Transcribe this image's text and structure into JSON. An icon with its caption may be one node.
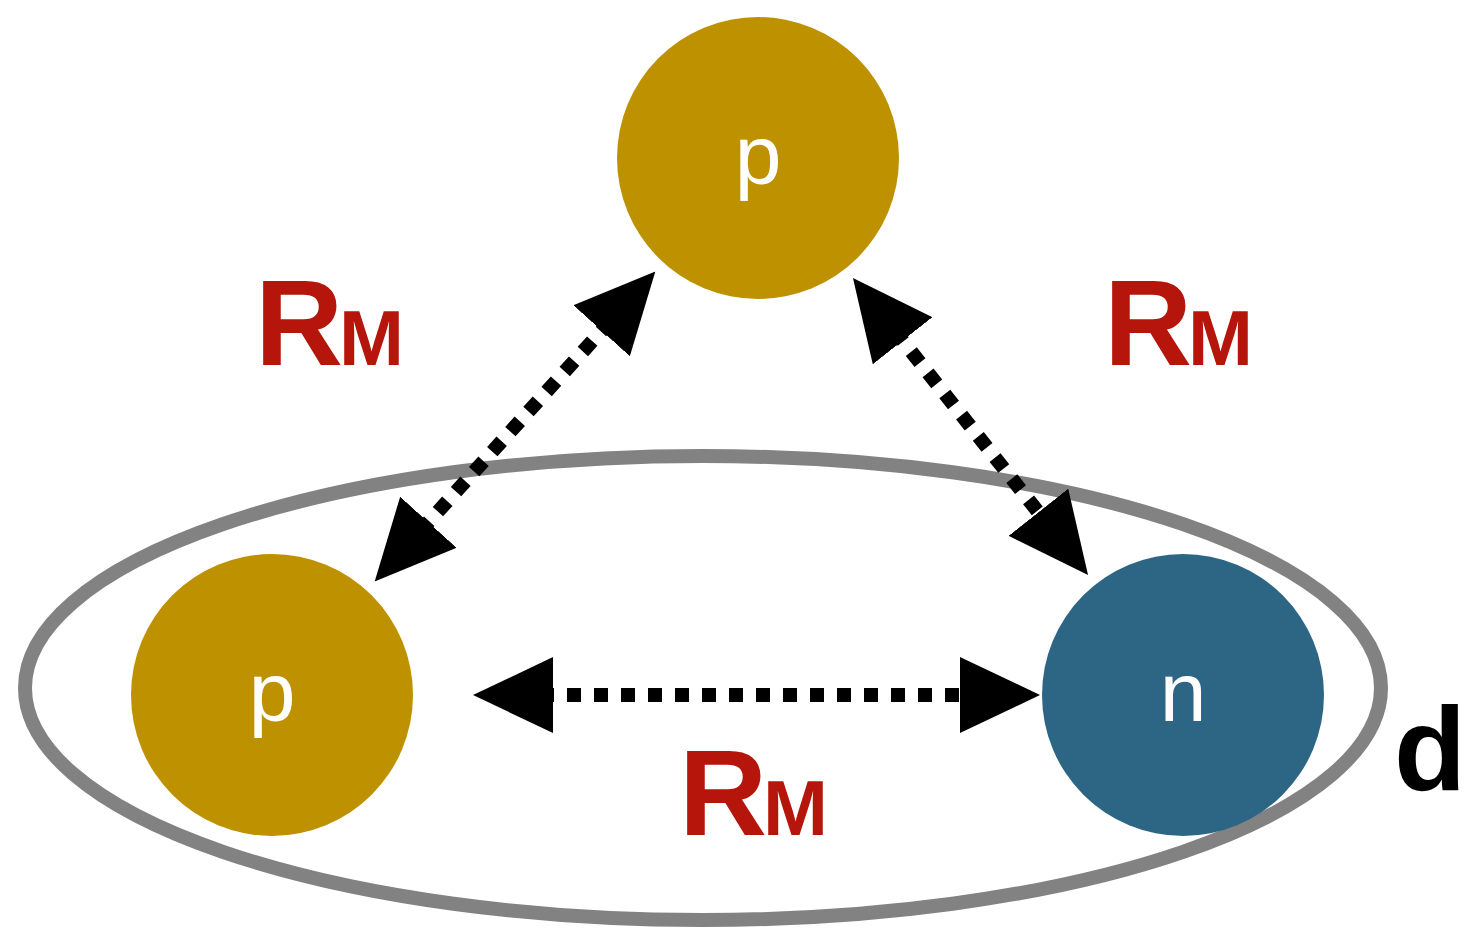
{
  "diagram": {
    "nodes": [
      {
        "text": [
          "p"
        ]
      },
      {
        "text": [],
        "shape": "ellipse",
        "beside": [
          "d"
        ]
      },
      {
        "text": [
          "p"
        ],
        "in": 1
      },
      {
        "text": [
          "n"
        ],
        "in": 1
      }
    ],
    "edges": [
      {
        "from": 0,
        "to": 2,
        "arrow": "both",
        "style": "dashed",
        "label": "R$_{M}$"
      },
      {
        "from": 0,
        "to": 3,
        "arrow": "both",
        "style": "dashed",
        "label": "R$_{M}$"
      },
      {
        "from": 2,
        "to": 3,
        "arrow": "both",
        "style": "dashed",
        "label": "R$_{M}$"
      }
    ]
  }
}
